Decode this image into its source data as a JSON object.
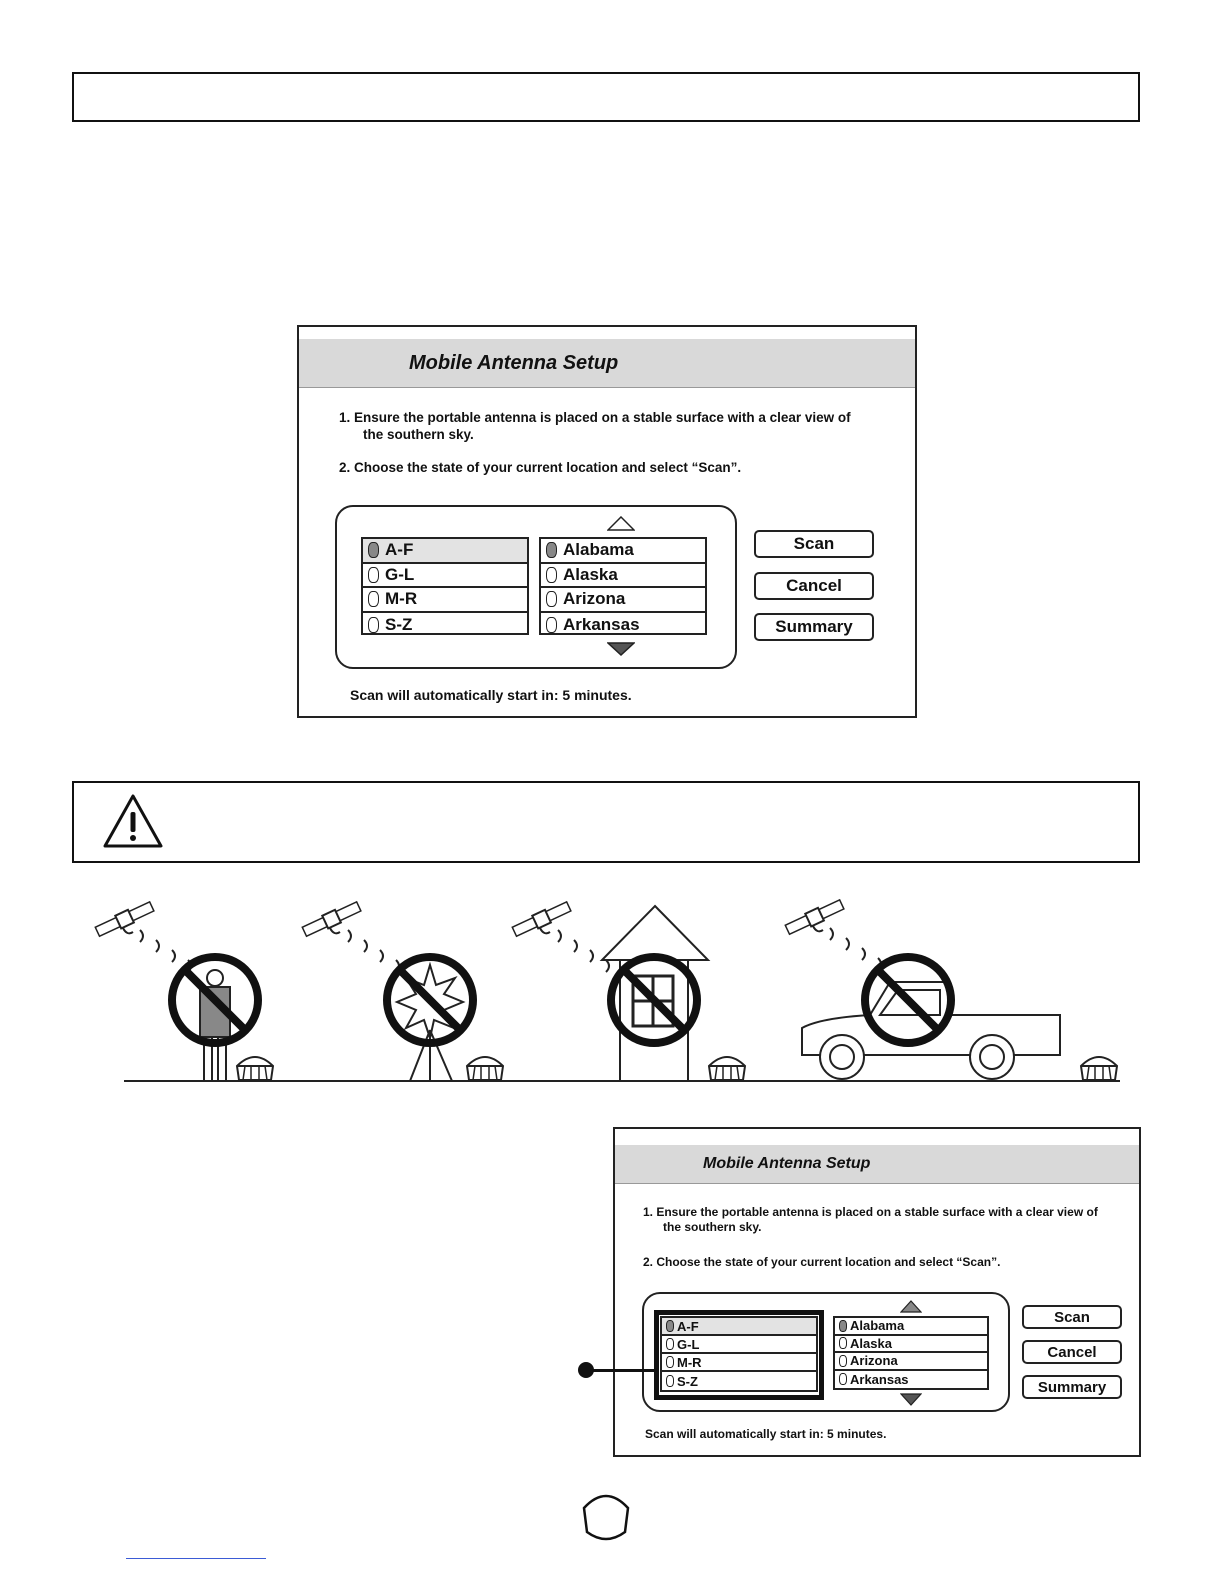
{
  "screen_1": {
    "title": "Mobile Antenna Setup",
    "instruction_1_line_1": "1.  Ensure the portable antenna is placed on a stable surface with a clear view of",
    "instruction_1_line_2": "the southern sky.",
    "instruction_2": "2.  Choose the state of your current location and select “Scan”.",
    "range_list": [
      {
        "label": "A-F",
        "selected": true
      },
      {
        "label": "G-L",
        "selected": false
      },
      {
        "label": "M-R",
        "selected": false
      },
      {
        "label": "S-Z",
        "selected": false
      }
    ],
    "state_list": [
      {
        "label": "Alabama",
        "selected": true
      },
      {
        "label": "Alaska",
        "selected": false
      },
      {
        "label": "Arizona",
        "selected": false
      },
      {
        "label": "Arkansas",
        "selected": false
      }
    ],
    "buttons": {
      "scan": "Scan",
      "cancel": "Cancel",
      "summary": "Summary"
    },
    "status": "Scan will automatically start in: 5 minutes."
  },
  "screen_2": {
    "title": "Mobile Antenna Setup",
    "instruction_1_line_1": "1.  Ensure the portable antenna is placed on a stable surface with a clear view of",
    "instruction_1_line_2": "the southern sky.",
    "instruction_2": "2.  Choose the state of your current location and select “Scan”.",
    "range_list": [
      {
        "label": "A-F",
        "selected": true
      },
      {
        "label": "G-L",
        "selected": false
      },
      {
        "label": "M-R",
        "selected": false
      },
      {
        "label": "S-Z",
        "selected": false
      }
    ],
    "state_list": [
      {
        "label": "Alabama",
        "selected": true
      },
      {
        "label": "Alaska",
        "selected": false
      },
      {
        "label": "Arizona",
        "selected": false
      },
      {
        "label": "Arkansas",
        "selected": false
      }
    ],
    "buttons": {
      "scan": "Scan",
      "cancel": "Cancel",
      "summary": "Summary"
    },
    "status": "Scan will automatically start in: 5 minutes."
  },
  "illustration": {
    "obstructions": [
      "person-blocking",
      "tree-blocking",
      "building-blocking",
      "vehicle-blocking"
    ],
    "icons": [
      "satellite-icon",
      "antenna-icon",
      "prohibition-icon",
      "warning-icon"
    ]
  }
}
